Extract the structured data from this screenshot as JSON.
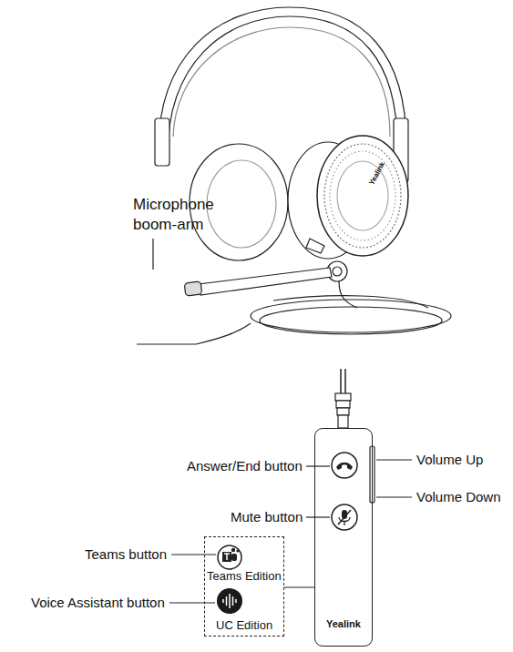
{
  "diagram": {
    "nodes": [
      {
        "text": [
          "Yealink"
        ]
      },
      {
        "text": [
          "Teams Edition",
          "UC Edition"
        ]
      }
    ],
    "edges": [
      {
        "from": 1,
        "to": 0,
        "arrow": "none"
      }
    ],
    "labels": [
      "Yealink",
      "Microphone boom-arm",
      "Answer/End button",
      "Volume Up",
      "Volume Down",
      "Mute button",
      "Teams button",
      "Voice Assistant button"
    ]
  }
}
